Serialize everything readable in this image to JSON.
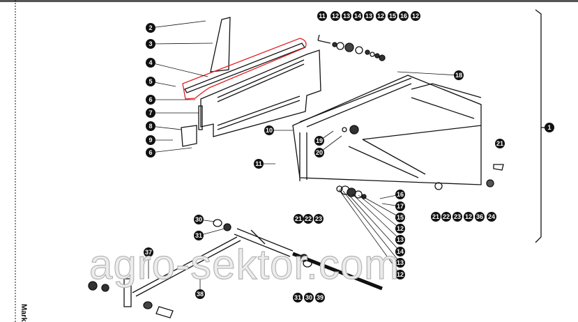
{
  "diagram": {
    "type": "exploded parts diagram",
    "side_text": "Mark",
    "watermark": "agro-sektor.com",
    "highlight_color": "#e02020",
    "callouts": [
      "2",
      "3",
      "4",
      "5",
      "6",
      "7",
      "8",
      "9",
      "6",
      "11",
      "12",
      "13",
      "14",
      "13",
      "12",
      "15",
      "16",
      "12",
      "18",
      "10",
      "19",
      "20",
      "11",
      "1",
      "21",
      "21",
      "22",
      "23",
      "16",
      "17",
      "15",
      "12",
      "13",
      "14",
      "13",
      "12",
      "21",
      "22",
      "23",
      "12",
      "36",
      "24",
      "30",
      "31",
      "37",
      "38",
      "31",
      "30",
      "39"
    ]
  }
}
